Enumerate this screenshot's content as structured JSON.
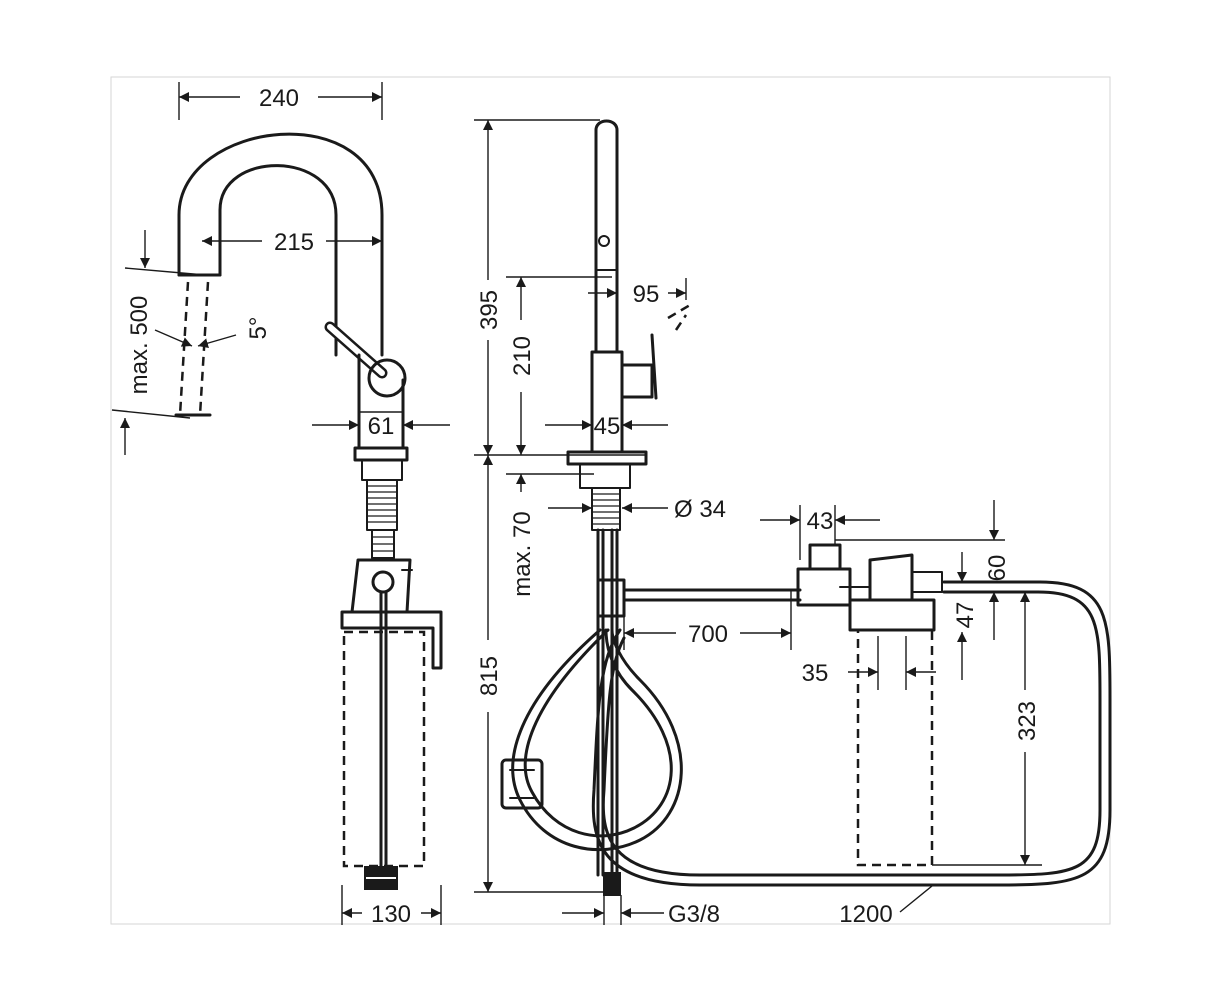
{
  "labels": {
    "width_240": "240",
    "reach_215": "215",
    "max_500": "max. 500",
    "angle_5": "5°",
    "body_61": "61",
    "height_395": "395",
    "height_210": "210",
    "spray_95": "95",
    "body_45": "45",
    "hole_34": "Ø 34",
    "max_70": "max. 70",
    "length_815": "815",
    "hose_700": "700",
    "valve_43": "43",
    "valve_60": "60",
    "valve_47": "47",
    "outlet_35": "35",
    "height_323": "323",
    "base_130": "130",
    "thread_g38": "G3/8",
    "hose_1200": "1200"
  }
}
